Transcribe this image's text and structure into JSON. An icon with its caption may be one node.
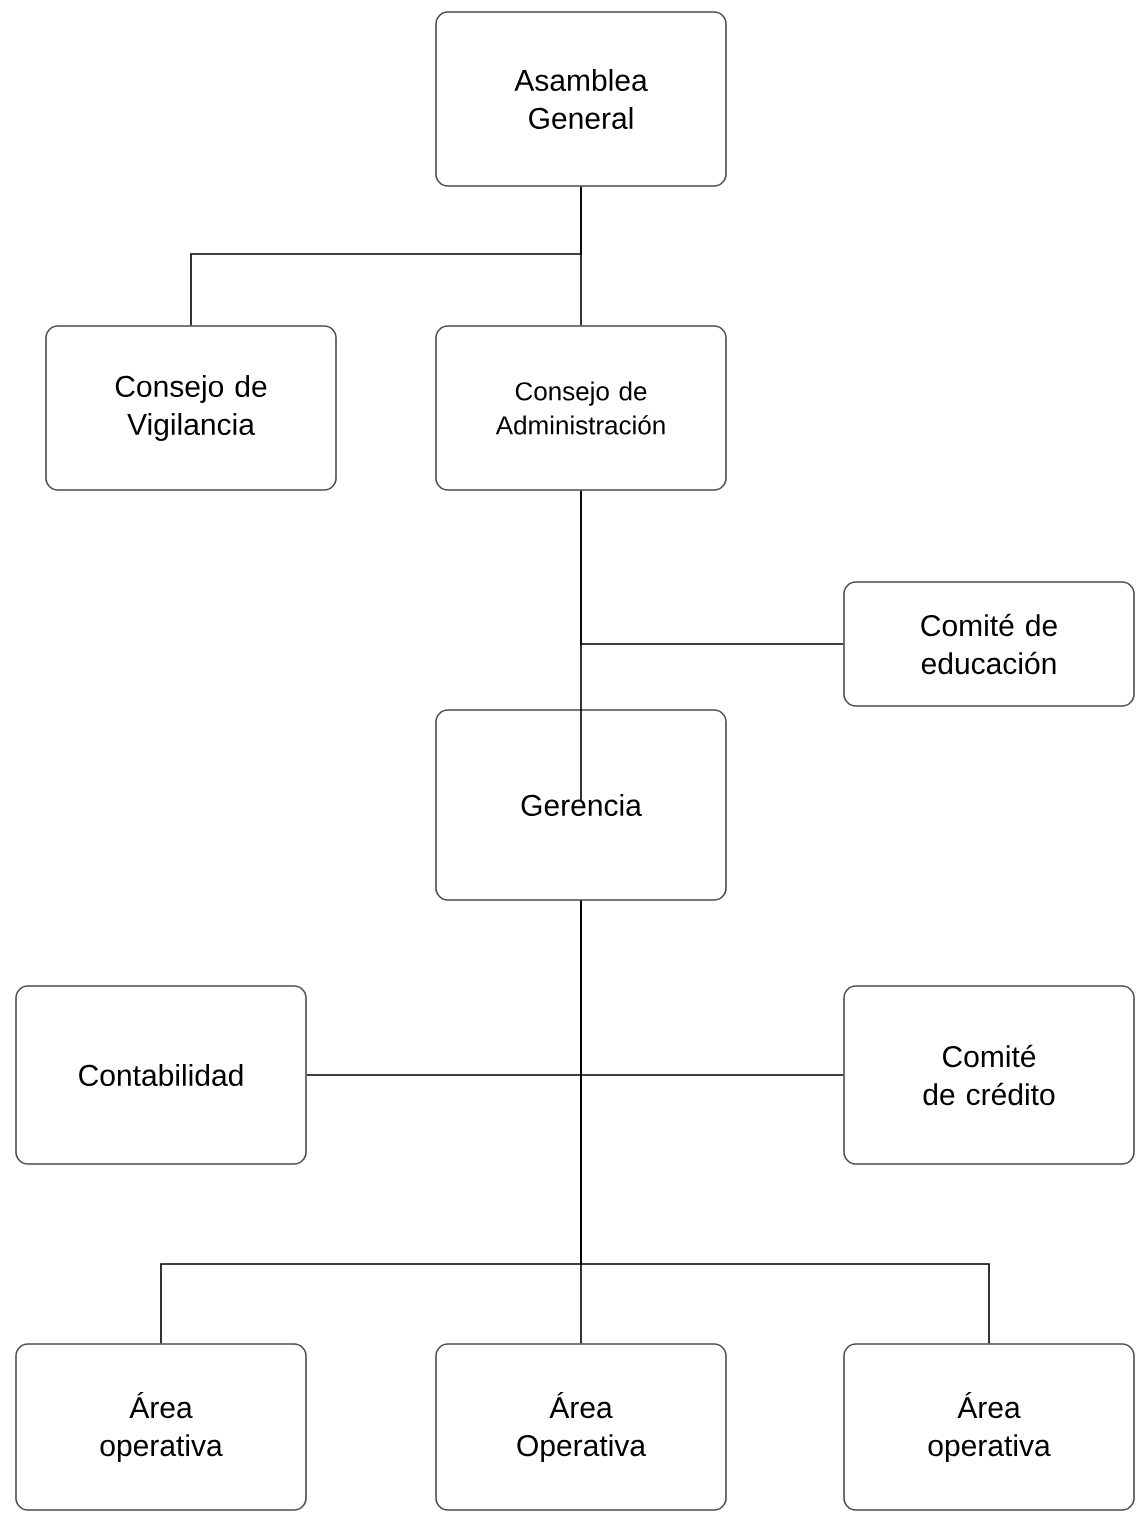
{
  "diagram": {
    "nodes": [
      {
        "text": [
          "Asamblea General"
        ]
      },
      {
        "text": [
          "Consejo de Vigilancia"
        ]
      },
      {
        "text": [
          "Consejo de Administración"
        ]
      },
      {
        "text": [
          "Comité de educación"
        ]
      },
      {
        "text": [
          "Gerencia"
        ]
      },
      {
        "text": [
          "Contabilidad"
        ]
      },
      {
        "text": [
          "Comité de crédito"
        ]
      },
      {
        "text": [
          "Área operativa"
        ]
      },
      {
        "text": [
          "Área Operativa"
        ]
      },
      {
        "text": [
          "Área operativa"
        ]
      }
    ],
    "edges": [
      {
        "from": 0,
        "to": 1,
        "arrow": "none"
      },
      {
        "from": 0,
        "to": 2,
        "arrow": "none"
      },
      {
        "from": 2,
        "to": 3,
        "arrow": "none"
      },
      {
        "from": 2,
        "to": 4,
        "arrow": "none"
      },
      {
        "from": 4,
        "to": 5,
        "arrow": "none"
      },
      {
        "from": 4,
        "to": 6,
        "arrow": "none"
      },
      {
        "from": 4,
        "to": 7,
        "arrow": "none"
      },
      {
        "from": 4,
        "to": 8,
        "arrow": "none"
      },
      {
        "from": 4,
        "to": 9,
        "arrow": "none"
      }
    ]
  }
}
